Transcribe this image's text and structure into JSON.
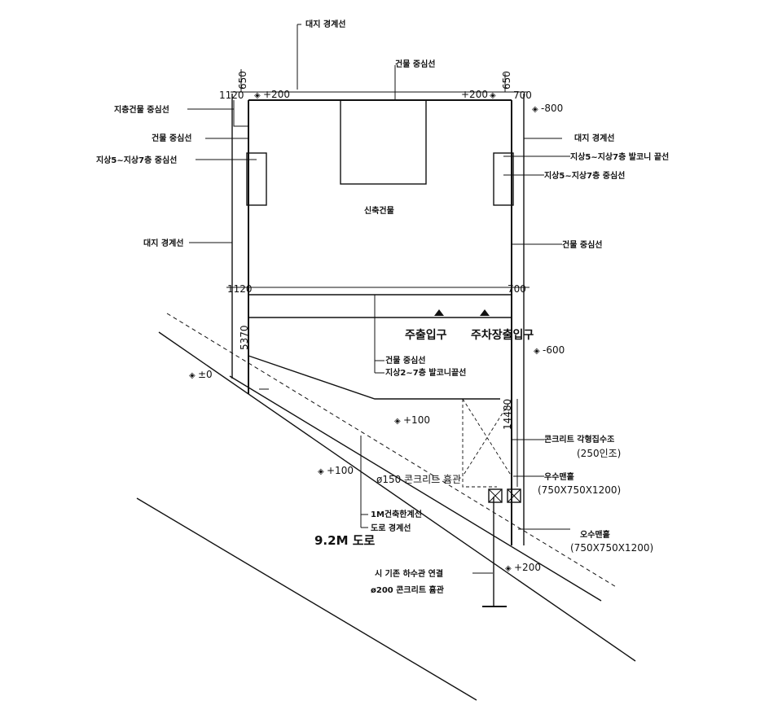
{
  "labels": {
    "site_boundary_top": "대지 경계선",
    "building_center_top": "건물 중심선",
    "basement_building_center": "지층건물 중심선",
    "building_center_left": "건물 중심선",
    "b5_7_center_left": "지상5~지상7층 중심선",
    "site_boundary_left": "대지 경계선",
    "site_boundary_right": "대지 경계선",
    "b5_7_balcony_right": "지상5~지상7층 발코니 끝선",
    "b5_7_center_right": "지상5~지상7층 중심선",
    "new_building": "신축건물",
    "building_center_right": "건물 중심선",
    "main_entrance": "주출입구",
    "parking_entrance": "주차장출입구",
    "building_center_mid": "건물 중심선",
    "balcony_2_7": "지상2~7층 발코니끝선",
    "concrete_gutter": "콘크리트 각형집수조",
    "gutter_size": "(250인조)",
    "rain_manhole": "우수맨홀",
    "rain_manhole_size": "(750X750X1200)",
    "concrete_pipe_150": "ø150 콘크리트 흄관",
    "setback_line": "1M건축한계선",
    "road_boundary": "도로 경계선",
    "road": "9.2M 도로",
    "sewage_manhole": "오수맨홀",
    "sewage_manhole_size": "(750X750X1200)",
    "city_sewer": "시 기존 하수관 연결",
    "concrete_pipe_200": "ø200 콘크리트 흄관"
  },
  "dimensions": {
    "d1120_top": "1120",
    "d650_left": "650",
    "d650_right": "650",
    "d700_top": "700",
    "d1120_mid": "1120",
    "d700_mid": "700",
    "d5370": "5370",
    "d14480": "14480"
  },
  "levels": {
    "plus200_left": "+200",
    "plus200_right": "+200",
    "minus800": "-800",
    "minus600": "-600",
    "zero": "±0",
    "plus100_a": "+100",
    "plus100_b": "+100",
    "plus200_bottom": "+200"
  },
  "level_marker": "◈"
}
